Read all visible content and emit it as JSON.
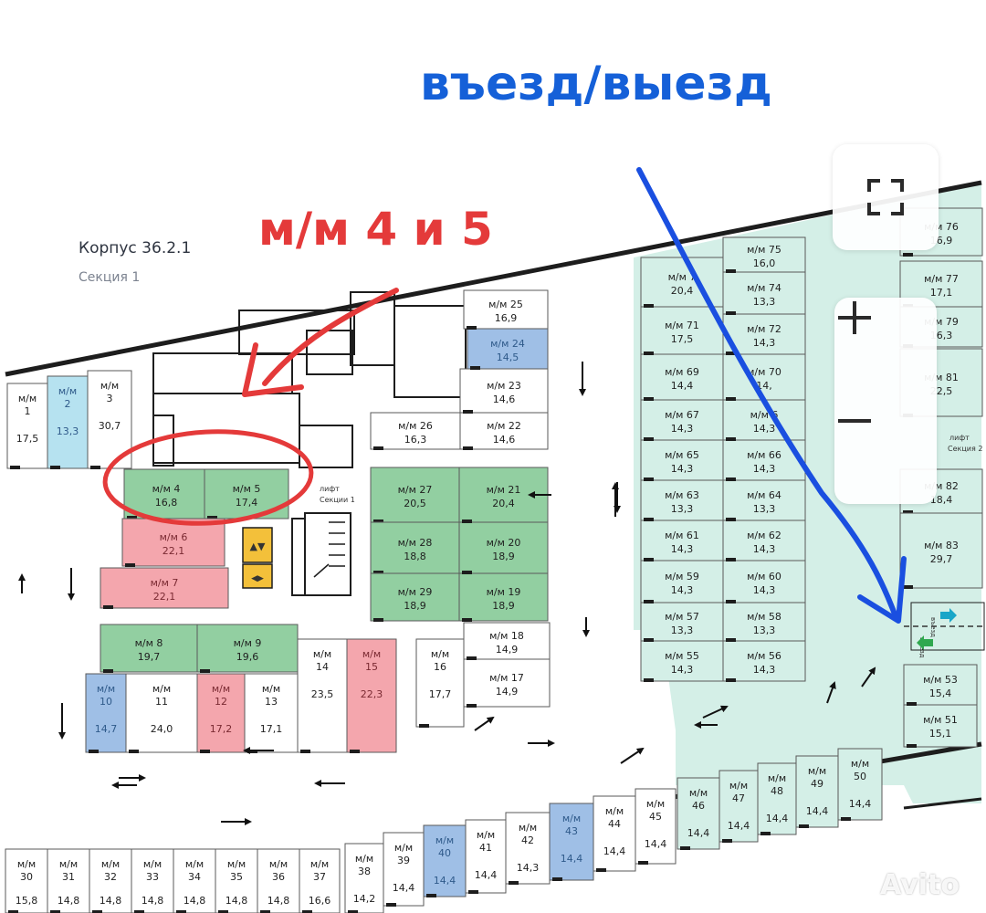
{
  "annotations": {
    "entry_exit": "въезд/выезд",
    "highlight_label": "м/м 4 и 5",
    "building": "Корпус 36.2.1",
    "section": "Секция 1",
    "lift_label": "лифт",
    "lift_section_1": "Секции 1",
    "lift_section_2": "Секция 2",
    "entry_sign": "въезд",
    "exit_sign": "выезд",
    "watermark": "Avito"
  },
  "colors": {
    "sold": "#92cfa1",
    "reserved": "#f4a6ad",
    "selected": "#9fbfe6",
    "free": "#ffffff",
    "light": "#b6e2f0",
    "zone": "#d4efe7",
    "arrow_blue": "#1a4fe0",
    "arrow_red": "#e43a3a",
    "lift": "#f3c03a"
  },
  "controls": {
    "fullscreen": "fullscreen-icon",
    "zoom_in": "plus-icon",
    "zoom_out": "minus-icon"
  },
  "spaces": [
    {
      "id": "1",
      "prefix": "м/м",
      "num": "1",
      "area": "17,5",
      "status": "free"
    },
    {
      "id": "2",
      "prefix": "м/м",
      "num": "2",
      "area": "13,3",
      "status": "light"
    },
    {
      "id": "3",
      "prefix": "м/м",
      "num": "3",
      "area": "30,7",
      "status": "free"
    },
    {
      "id": "4",
      "prefix": "м/м 4",
      "num": "",
      "area": "16,8",
      "status": "sold"
    },
    {
      "id": "5",
      "prefix": "м/м 5",
      "num": "",
      "area": "17,4",
      "status": "sold"
    },
    {
      "id": "6",
      "prefix": "м/м 6",
      "num": "",
      "area": "22,1",
      "status": "reserved"
    },
    {
      "id": "7",
      "prefix": "м/м 7",
      "num": "",
      "area": "22,1",
      "status": "reserved"
    },
    {
      "id": "8",
      "prefix": "м/м 8",
      "num": "",
      "area": "19,7",
      "status": "sold"
    },
    {
      "id": "9",
      "prefix": "м/м 9",
      "num": "",
      "area": "19,6",
      "status": "sold"
    },
    {
      "id": "10",
      "prefix": "м/м",
      "num": "10",
      "area": "14,7",
      "status": "selected"
    },
    {
      "id": "11",
      "prefix": "м/м",
      "num": "11",
      "area": "24,0",
      "status": "free"
    },
    {
      "id": "12",
      "prefix": "м/м",
      "num": "12",
      "area": "17,2",
      "status": "reserved"
    },
    {
      "id": "13",
      "prefix": "м/м",
      "num": "13",
      "area": "17,1",
      "status": "free"
    },
    {
      "id": "14",
      "prefix": "м/м",
      "num": "14",
      "area": "23,5",
      "status": "free"
    },
    {
      "id": "15",
      "prefix": "м/м",
      "num": "15",
      "area": "22,3",
      "status": "reserved"
    },
    {
      "id": "16",
      "prefix": "м/м",
      "num": "16",
      "area": "17,7",
      "status": "free"
    },
    {
      "id": "17",
      "prefix": "м/м 17",
      "num": "",
      "area": "14,9",
      "status": "free"
    },
    {
      "id": "18",
      "prefix": "м/м 18",
      "num": "",
      "area": "14,9",
      "status": "free"
    },
    {
      "id": "19",
      "prefix": "м/м 19",
      "num": "",
      "area": "18,9",
      "status": "sold"
    },
    {
      "id": "20",
      "prefix": "м/м 20",
      "num": "",
      "area": "18,9",
      "status": "sold"
    },
    {
      "id": "21",
      "prefix": "м/м 21",
      "num": "",
      "area": "20,4",
      "status": "sold"
    },
    {
      "id": "22",
      "prefix": "м/м 22",
      "num": "",
      "area": "14,6",
      "status": "free"
    },
    {
      "id": "23",
      "prefix": "м/м 23",
      "num": "",
      "area": "14,6",
      "status": "free"
    },
    {
      "id": "24",
      "prefix": "м/м 24",
      "num": "",
      "area": "14,5",
      "status": "selected"
    },
    {
      "id": "25",
      "prefix": "м/м 25",
      "num": "",
      "area": "16,9",
      "status": "free"
    },
    {
      "id": "26",
      "prefix": "м/м 26",
      "num": "",
      "area": "16,3",
      "status": "free"
    },
    {
      "id": "27",
      "prefix": "м/м 27",
      "num": "",
      "area": "20,5",
      "status": "sold"
    },
    {
      "id": "28",
      "prefix": "м/м 28",
      "num": "",
      "area": "18,8",
      "status": "sold"
    },
    {
      "id": "29",
      "prefix": "м/м 29",
      "num": "",
      "area": "18,9",
      "status": "sold"
    },
    {
      "id": "30",
      "prefix": "м/м",
      "num": "30",
      "area": "15,8",
      "status": "free"
    },
    {
      "id": "31",
      "prefix": "м/м",
      "num": "31",
      "area": "14,8",
      "status": "free"
    },
    {
      "id": "32",
      "prefix": "м/м",
      "num": "32",
      "area": "14,8",
      "status": "free"
    },
    {
      "id": "33",
      "prefix": "м/м",
      "num": "33",
      "area": "14,8",
      "status": "free"
    },
    {
      "id": "34",
      "prefix": "м/м",
      "num": "34",
      "area": "14,8",
      "status": "free"
    },
    {
      "id": "35",
      "prefix": "м/м",
      "num": "35",
      "area": "14,8",
      "status": "free"
    },
    {
      "id": "36",
      "prefix": "м/м",
      "num": "36",
      "area": "14,8",
      "status": "free"
    },
    {
      "id": "37",
      "prefix": "м/м",
      "num": "37",
      "area": "16,6",
      "status": "free"
    },
    {
      "id": "38",
      "prefix": "м/м",
      "num": "38",
      "area": "14,2",
      "status": "free"
    },
    {
      "id": "39",
      "prefix": "м/м",
      "num": "39",
      "area": "14,4",
      "status": "free"
    },
    {
      "id": "40",
      "prefix": "м/м",
      "num": "40",
      "area": "14,4",
      "status": "selected"
    },
    {
      "id": "41",
      "prefix": "м/м",
      "num": "41",
      "area": "14,4",
      "status": "free"
    },
    {
      "id": "42",
      "prefix": "м/м",
      "num": "42",
      "area": "14,3",
      "status": "free"
    },
    {
      "id": "43",
      "prefix": "м/м",
      "num": "43",
      "area": "14,4",
      "status": "selected"
    },
    {
      "id": "44",
      "prefix": "м/м",
      "num": "44",
      "area": "14,4",
      "status": "free"
    },
    {
      "id": "45",
      "prefix": "м/м",
      "num": "45",
      "area": "14,4",
      "status": "free"
    },
    {
      "id": "46",
      "prefix": "м/м",
      "num": "46",
      "area": "14,4",
      "status": "zone"
    },
    {
      "id": "47",
      "prefix": "м/м",
      "num": "47",
      "area": "14,4",
      "status": "zone"
    },
    {
      "id": "48",
      "prefix": "м/м",
      "num": "48",
      "area": "14,4",
      "status": "zone"
    },
    {
      "id": "49",
      "prefix": "м/м",
      "num": "49",
      "area": "14,4",
      "status": "zone"
    },
    {
      "id": "50",
      "prefix": "м/м",
      "num": "50",
      "area": "14,4",
      "status": "zone"
    },
    {
      "id": "51",
      "prefix": "м/м 51",
      "num": "",
      "area": "15,1",
      "status": "zone"
    },
    {
      "id": "53",
      "prefix": "м/м 53",
      "num": "",
      "area": "15,4",
      "status": "zone"
    },
    {
      "id": "55",
      "prefix": "м/м 55",
      "num": "",
      "area": "14,3",
      "status": "zone"
    },
    {
      "id": "56",
      "prefix": "м/м 56",
      "num": "",
      "area": "14,3",
      "status": "zone"
    },
    {
      "id": "57",
      "prefix": "м/м 57",
      "num": "",
      "area": "13,3",
      "status": "zone"
    },
    {
      "id": "58",
      "prefix": "м/м 58",
      "num": "",
      "area": "13,3",
      "status": "zone"
    },
    {
      "id": "59",
      "prefix": "м/м 59",
      "num": "",
      "area": "14,3",
      "status": "zone"
    },
    {
      "id": "60",
      "prefix": "м/м 60",
      "num": "",
      "area": "14,3",
      "status": "zone"
    },
    {
      "id": "61",
      "prefix": "м/м 61",
      "num": "",
      "area": "14,3",
      "status": "zone"
    },
    {
      "id": "62",
      "prefix": "м/м 62",
      "num": "",
      "area": "14,3",
      "status": "zone"
    },
    {
      "id": "63",
      "prefix": "м/м 63",
      "num": "",
      "area": "13,3",
      "status": "zone"
    },
    {
      "id": "64",
      "prefix": "м/м 64",
      "num": "",
      "area": "13,3",
      "status": "zone"
    },
    {
      "id": "65",
      "prefix": "м/м 65",
      "num": "",
      "area": "14,3",
      "status": "zone"
    },
    {
      "id": "66",
      "prefix": "м/м 66",
      "num": "",
      "area": "14,3",
      "status": "zone"
    },
    {
      "id": "67",
      "prefix": "м/м 67",
      "num": "",
      "area": "14,3",
      "status": "zone"
    },
    {
      "id": "68",
      "prefix": "м/м 6",
      "num": "",
      "area": "14,3",
      "status": "zone"
    },
    {
      "id": "69",
      "prefix": "м/м 69",
      "num": "",
      "area": "14,4",
      "status": "zone"
    },
    {
      "id": "70",
      "prefix": "м/м 70",
      "num": "",
      "area": "14,",
      "status": "zone"
    },
    {
      "id": "71",
      "prefix": "м/м 71",
      "num": "",
      "area": "17,5",
      "status": "zone"
    },
    {
      "id": "72",
      "prefix": "м/м 72",
      "num": "",
      "area": "14,3",
      "status": "zone"
    },
    {
      "id": "73",
      "prefix": "м/м 7",
      "num": "",
      "area": "20,4",
      "status": "zone"
    },
    {
      "id": "74",
      "prefix": "м/м 74",
      "num": "",
      "area": "13,3",
      "status": "zone"
    },
    {
      "id": "75",
      "prefix": "м/м 75",
      "num": "",
      "area": "16,0",
      "status": "zone"
    },
    {
      "id": "76",
      "prefix": "м/м 76",
      "num": "",
      "area": "16,9",
      "status": "zone"
    },
    {
      "id": "77",
      "prefix": "м/м 77",
      "num": "",
      "area": "17,1",
      "status": "zone"
    },
    {
      "id": "79",
      "prefix": "м/м 79",
      "num": "",
      "area": "16,3",
      "status": "zone"
    },
    {
      "id": "81",
      "prefix": "м/м 81",
      "num": "",
      "area": "22,5",
      "status": "zone"
    },
    {
      "id": "82",
      "prefix": "м/м 82",
      "num": "",
      "area": "18,4",
      "status": "zone"
    },
    {
      "id": "83",
      "prefix": "м/м 83",
      "num": "",
      "area": "29,7",
      "status": "zone"
    }
  ]
}
